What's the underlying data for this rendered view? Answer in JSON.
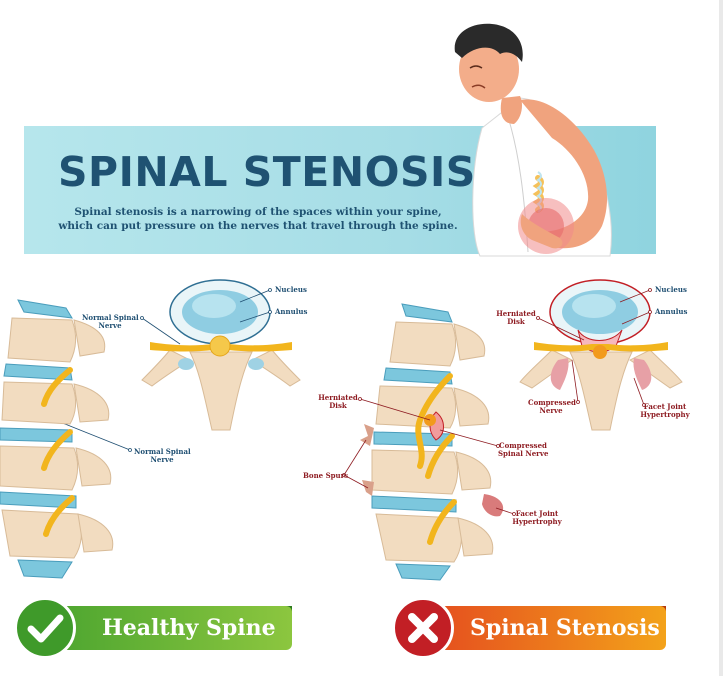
{
  "banner": {
    "title": "SPINAL STENOSIS",
    "subtitle": "Spinal stenosis is a narrowing of the spaces within your spine, which can put pressure on the nerves that travel through the spine."
  },
  "healthy_labels": {
    "nucleus": "Nucleus",
    "annulus": "Annulus",
    "normal_nerve_top_1": "Normal Spinal",
    "normal_nerve_top_2": "Nerve",
    "normal_nerve_side_1": "Normal Spinal",
    "normal_nerve_side_2": "Nerve"
  },
  "stenosis_labels": {
    "nucleus": "Nucleus",
    "annulus": "Annulus",
    "herniated_top_1": "Herniated",
    "herniated_top_2": "Disk",
    "compressed_top_1": "Compressed",
    "compressed_top_2": "Nerve",
    "facet_top_1": "Facet Joint",
    "facet_top_2": "Hypertrophy",
    "herniated_side_1": "Herniated",
    "herniated_side_2": "Disk",
    "compressed_side_1": "Compressed",
    "compressed_side_2": "Spinal Nerve",
    "bone_spurs": "Bone Spurs",
    "facet_side_1": "Facet Joint",
    "facet_side_2": "Hypertrophy"
  },
  "badges": {
    "healthy": "Healthy Spine",
    "stenosis": "Spinal Stenosis"
  },
  "icons": {
    "healthy": "check-icon",
    "stenosis": "cross-icon"
  },
  "colors": {
    "banner_title": "#1f5272",
    "healthy_badge": "#4aa42f",
    "stenosis_badge": "#e4481f",
    "nerve": "#f2b51d",
    "disc": "#7cc7dd",
    "bone": "#f2dcc0"
  }
}
